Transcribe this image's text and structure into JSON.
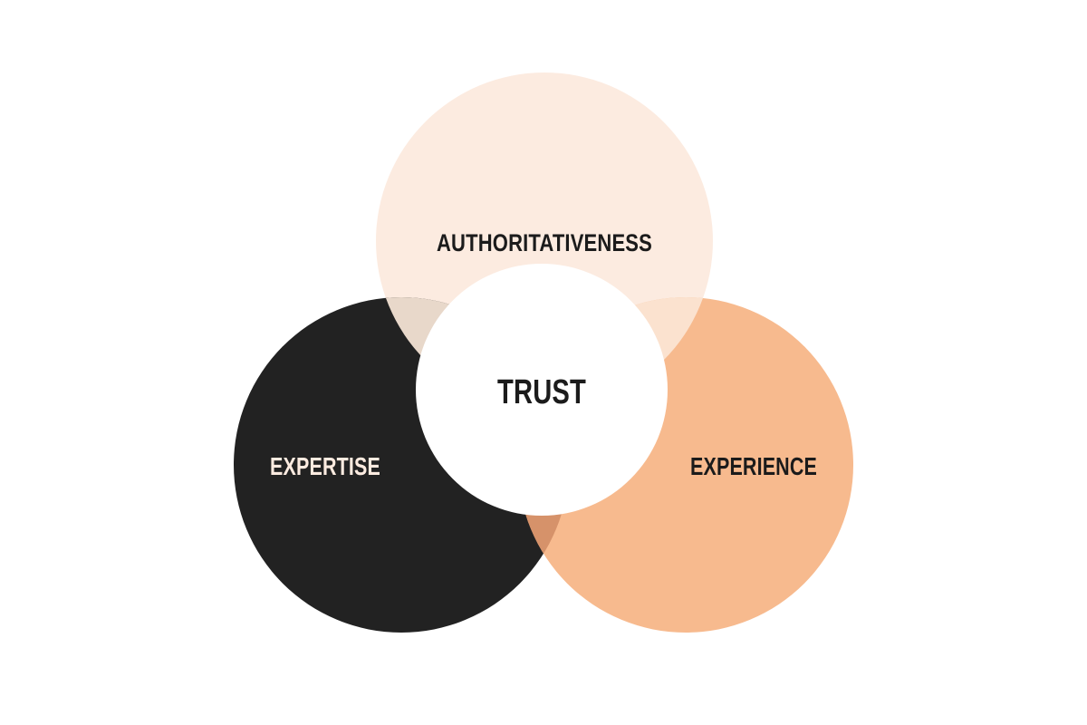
{
  "diagram": {
    "center": {
      "label": "TRUST"
    },
    "circles": [
      {
        "label": "AUTHORITATIVENESS",
        "fill": "#fcebe0"
      },
      {
        "label": "EXPERTISE",
        "fill": "#222222"
      },
      {
        "label": "EXPERIENCE",
        "fill": "#f7ba8e"
      }
    ],
    "colors": {
      "background": "#ffffff",
      "center_fill": "#ffffff",
      "text_dark": "#1b1b1b",
      "text_light": "#fcebe0",
      "overlap_top_left": "#e8d8ca",
      "overlap_top_right": "#fbe2cf",
      "overlap_bottom": "#d6926a"
    }
  }
}
